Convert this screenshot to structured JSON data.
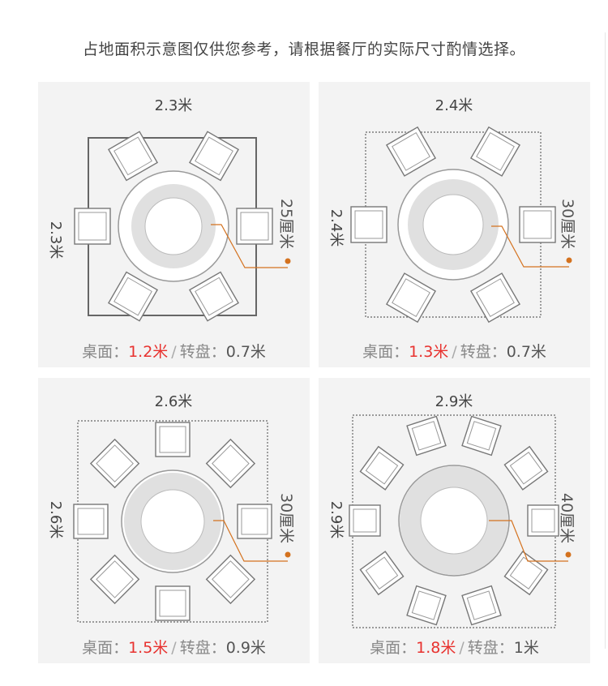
{
  "heading": "占地面积示意图仅供您参考，请根据餐厅的实际尺寸酌情选择。",
  "labels": {
    "table_top": "桌面：",
    "turntable": "转盘：",
    "separator": "/"
  },
  "accent_color": "#d4721f",
  "highlight_color": "#e8322f",
  "cards": [
    {
      "top_size": "2.3米",
      "side_size": "2.3米",
      "note": "25厘米",
      "table": "1.2米",
      "turntable": "0.7米",
      "seats": 6
    },
    {
      "top_size": "2.4米",
      "side_size": "2.4米",
      "note": "30厘米",
      "table": "1.3米",
      "turntable": "0.7米",
      "seats": 6
    },
    {
      "top_size": "2.6米",
      "side_size": "2.6米",
      "note": "30厘米",
      "table": "1.5米",
      "turntable": "0.9米",
      "seats": 8
    },
    {
      "top_size": "2.9米",
      "side_size": "2.9米",
      "note": "40厘米",
      "table": "1.8米",
      "turntable": "1米",
      "seats": 10
    }
  ]
}
